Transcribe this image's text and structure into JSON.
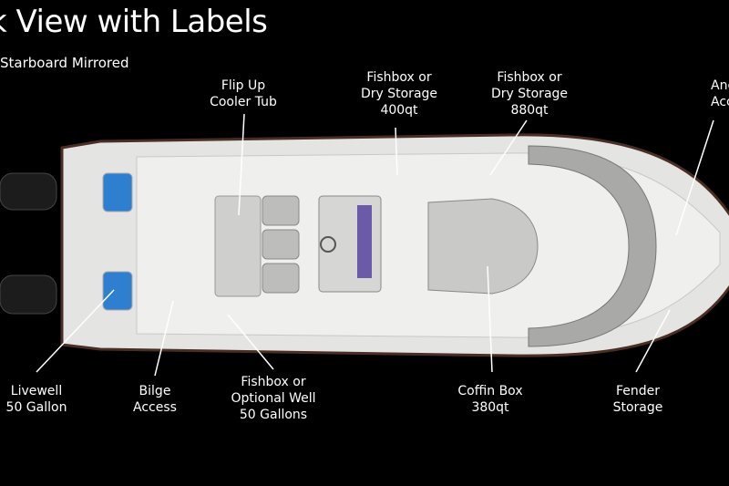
{
  "title": "k View with Labels",
  "subtitle": "Starboard Mirrored",
  "labels": {
    "flip_up": [
      "Flip Up",
      "Cooler Tub"
    ],
    "fishbox_400": [
      "Fishbox or",
      "Dry Storage",
      "400qt"
    ],
    "fishbox_880": [
      "Fishbox or",
      "Dry Storage",
      "880qt"
    ],
    "anchor": [
      "Ancho",
      "Acces"
    ],
    "livewell": [
      "Livewell",
      "50 Gallon"
    ],
    "bilge": [
      "Bilge",
      "Access"
    ],
    "fishbox_well": [
      "Fishbox or",
      "Optional Well",
      "50 Gallons"
    ],
    "coffin": [
      "Coffin Box",
      "380qt"
    ],
    "fender": [
      "Fender",
      "Storage"
    ]
  },
  "colors": {
    "background": "#000000",
    "hull": "#e4e4e2",
    "deck": "#efefed",
    "livewell": "#2f7fd0",
    "rim": "#4a2e24"
  }
}
